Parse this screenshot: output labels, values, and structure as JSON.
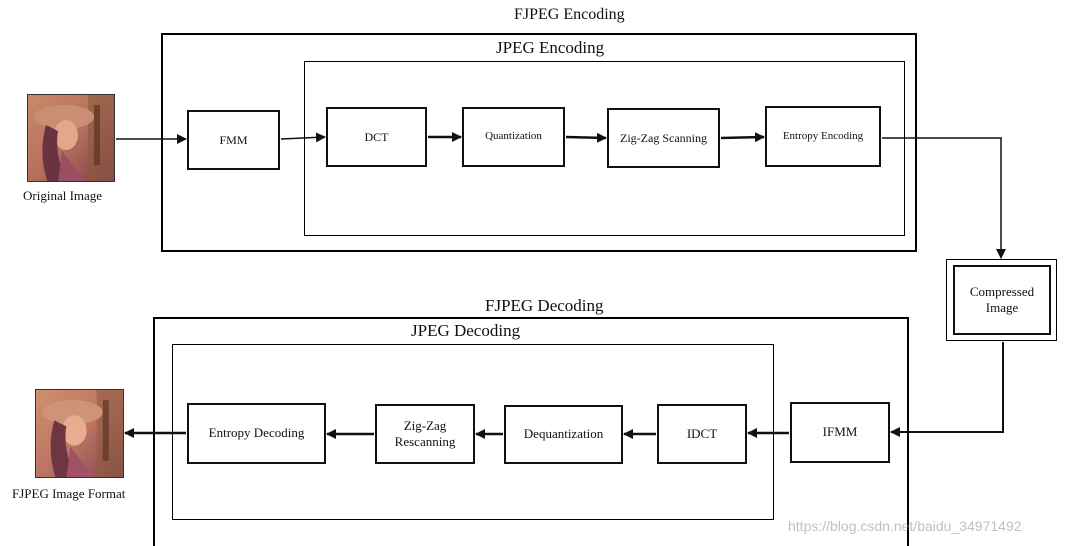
{
  "encoding": {
    "outer_title": "FJPEG Encoding",
    "inner_title": "JPEG Encoding",
    "source_caption": "Original Image",
    "blocks": {
      "fmm": "FMM",
      "dct": "DCT",
      "quantization": "Quantization",
      "zigzag": "Zig-Zag Scanning",
      "entropy": "Entropy Encoding"
    }
  },
  "compressed": {
    "label": "Compressed Image"
  },
  "decoding": {
    "outer_title": "FJPEG Decoding",
    "inner_title": "JPEG Decoding",
    "result_caption": "FJPEG Image Format",
    "blocks": {
      "ifmm": "IFMM",
      "idct": "IDCT",
      "dequantization": "Dequantization",
      "zigzag": "Zig-Zag Rescanning",
      "entropy": "Entropy Decoding"
    }
  },
  "watermark": "https://blog.csdn.net/baidu_34971492",
  "colors": {
    "stroke": "#111111",
    "background": "#ffffff"
  }
}
